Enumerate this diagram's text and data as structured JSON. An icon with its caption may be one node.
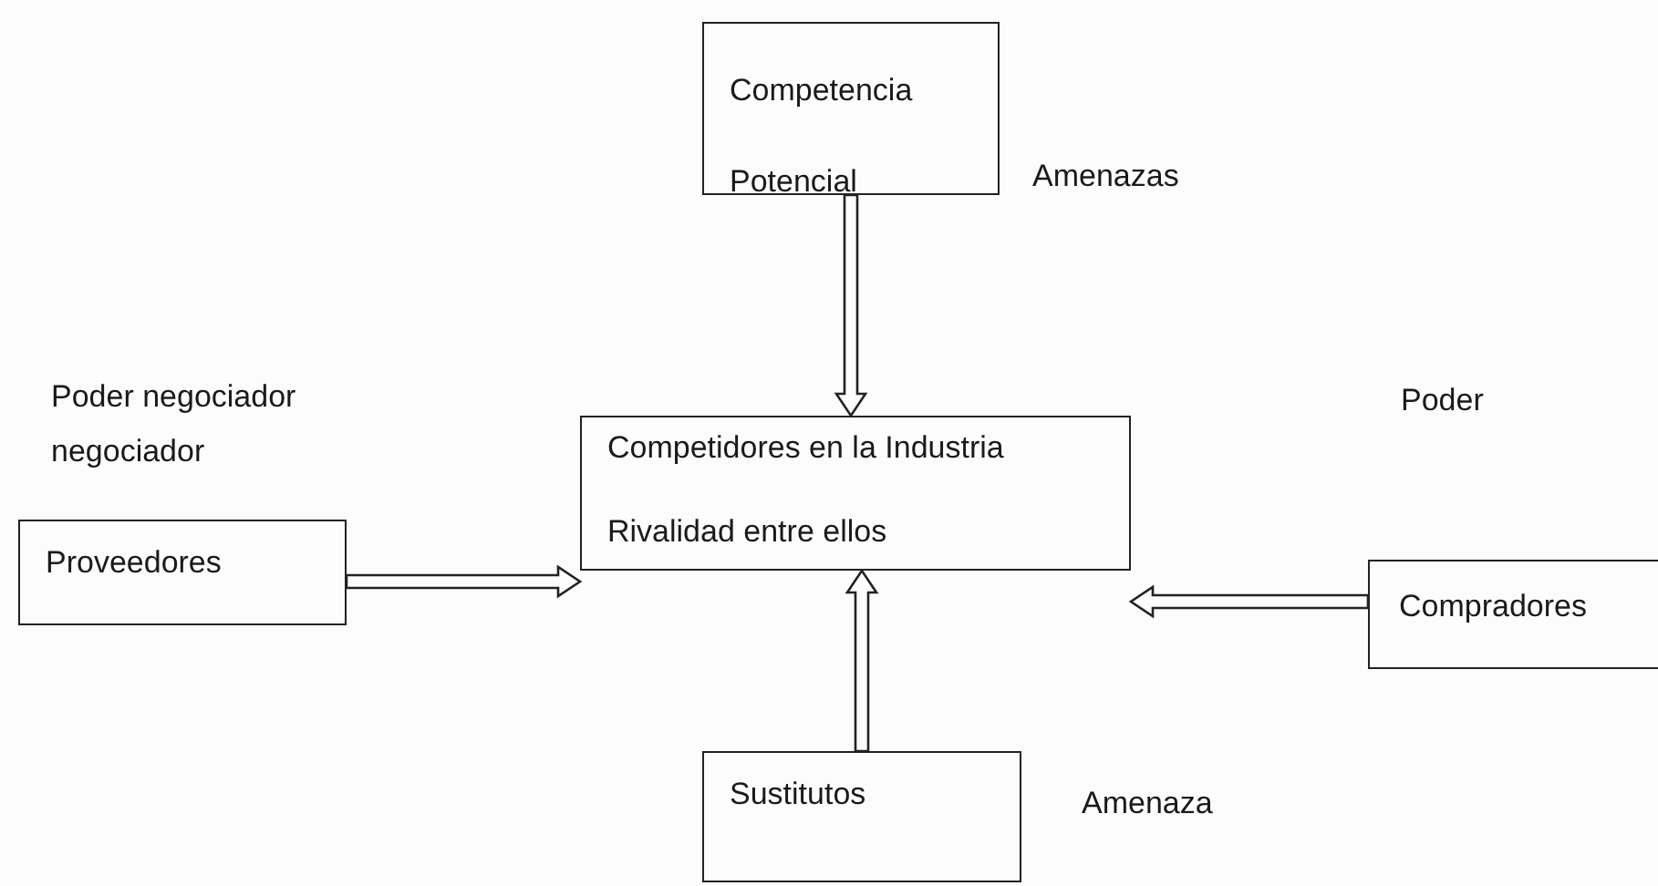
{
  "diagram": {
    "nodes": [
      {
        "text": [
          "Competencia Potencial"
        ],
        "beside": [
          "Amenazas"
        ]
      },
      {
        "text": [
          "Competidores en la Industria",
          "Rivalidad entre ellos"
        ]
      },
      {
        "text": [
          "Proveedores"
        ],
        "beside": [
          "Poder negociador negociador"
        ]
      },
      {
        "text": [
          "Compradores"
        ]
      },
      {
        "text": [
          "Sustitutos"
        ],
        "beside": [
          "Amenaza"
        ]
      }
    ],
    "edges": [
      {
        "from": 0,
        "to": 1,
        "arrow": "to"
      },
      {
        "from": 2,
        "to": 1,
        "arrow": "to"
      },
      {
        "from": 3,
        "to": 1,
        "arrow": "to"
      },
      {
        "from": 4,
        "to": 1,
        "arrow": "to"
      }
    ],
    "labels": [
      "Poder"
    ]
  }
}
